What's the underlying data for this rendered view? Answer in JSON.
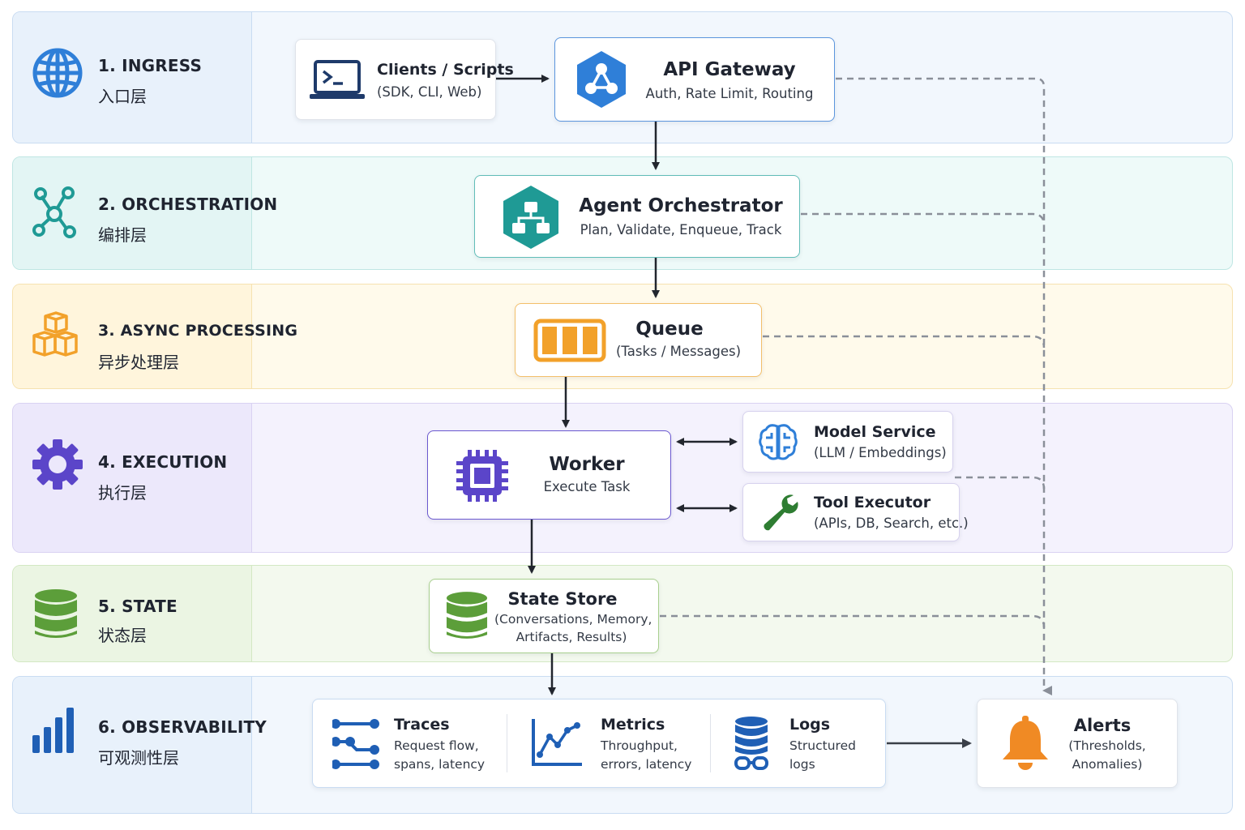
{
  "layers": [
    {
      "title": "1. INGRESS",
      "sub": "入口层"
    },
    {
      "title": "2. ORCHESTRATION",
      "sub": "编排层"
    },
    {
      "title": "3. ASYNC PROCESSING",
      "sub": "异步处理层"
    },
    {
      "title": "4. EXECUTION",
      "sub": "执行层"
    },
    {
      "title": "5. STATE",
      "sub": "状态层"
    },
    {
      "title": "6. OBSERVABILITY",
      "sub": "可观测性层"
    }
  ],
  "nodes": {
    "clients": {
      "title": "Clients / Scripts",
      "sub": "(SDK, CLI, Web)"
    },
    "gateway": {
      "title": "API Gateway",
      "sub": "Auth, Rate Limit, Routing"
    },
    "orchestrator": {
      "title": "Agent Orchestrator",
      "sub": "Plan, Validate, Enqueue, Track"
    },
    "queue": {
      "title": "Queue",
      "sub": "(Tasks / Messages)"
    },
    "worker": {
      "title": "Worker",
      "sub": "Execute Task"
    },
    "model": {
      "title": "Model Service",
      "sub": "(LLM / Embeddings)"
    },
    "tool": {
      "title": "Tool Executor",
      "sub": "(APIs, DB, Search, etc.)"
    },
    "state": {
      "title": "State Store",
      "sub1": "(Conversations, Memory,",
      "sub2": "Artifacts, Results)"
    },
    "traces": {
      "title": "Traces",
      "sub1": "Request flow,",
      "sub2": "spans, latency"
    },
    "metrics": {
      "title": "Metrics",
      "sub1": "Throughput,",
      "sub2": "errors, latency"
    },
    "logs": {
      "title": "Logs",
      "sub1": "Structured",
      "sub2": "logs"
    },
    "alerts": {
      "title": "Alerts",
      "sub1": "(Thresholds,",
      "sub2": "Anomalies)"
    }
  },
  "colors": {
    "ingress": "#2f7fd8",
    "orchestration": "#1f9a95",
    "async": "#f2a12a",
    "execution": "#5b45c9",
    "state": "#5c9e3a",
    "observability": "#1f5fb5",
    "alert": "#f08a24"
  }
}
